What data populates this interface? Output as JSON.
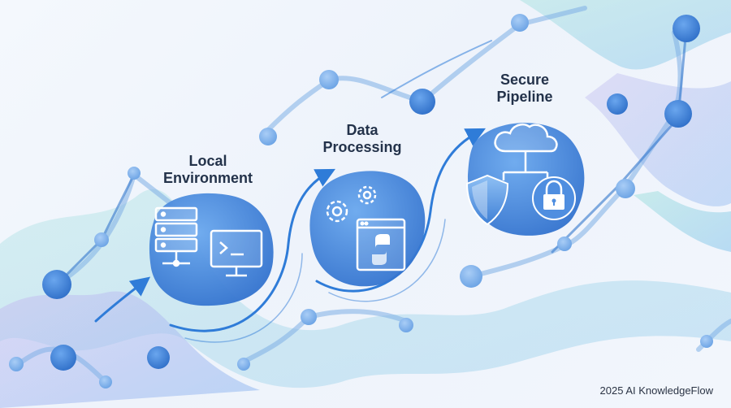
{
  "stages": [
    {
      "id": "local",
      "label": "Local\nEnvironment",
      "icons": [
        "server-rack-icon",
        "terminal-monitor-icon"
      ]
    },
    {
      "id": "data",
      "label": "Data\nProcessing",
      "icons": [
        "gears-icon",
        "python-window-icon"
      ]
    },
    {
      "id": "secure",
      "label": "Secure\nPipeline",
      "icons": [
        "cloud-network-icon",
        "shield-icon",
        "lock-icon"
      ]
    }
  ],
  "footer": {
    "credit": "2025 AI KnowledgeFlow"
  },
  "colors": {
    "blob": "#3f82d8",
    "blob_light": "#69a4ea",
    "arrow": "#2f7cd8",
    "network_teal": "#8fd9d9",
    "network_purple": "#b9b3ec",
    "network_node": "#4a86d6",
    "label_text": "#23324a"
  }
}
